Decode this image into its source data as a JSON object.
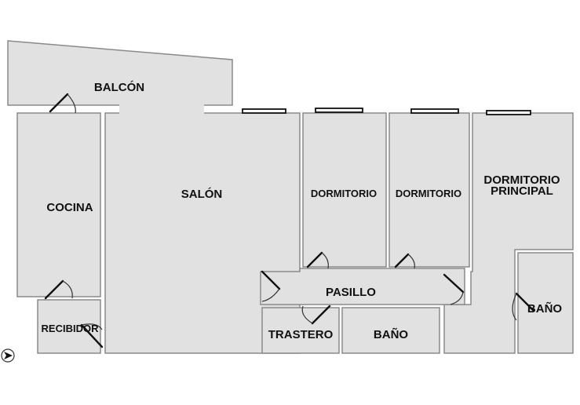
{
  "rooms": {
    "balcon": "BALCÓN",
    "salon": "SALÓN",
    "cocina": "COCINA",
    "dormitorio_1": "DORMITORIO",
    "dormitorio_2": "DORMITORIO",
    "dormitorio_principal_line1": "DORMITORIO",
    "dormitorio_principal_line2": "PRINCIPAL",
    "pasillo": "PASILLO",
    "trastero": "TRASTERO",
    "bano_1": "BAÑO",
    "bano_2": "BAÑO",
    "recibidor": "RECIBIDOR"
  },
  "icons": {
    "entrance": "entrance-arrow-icon"
  }
}
